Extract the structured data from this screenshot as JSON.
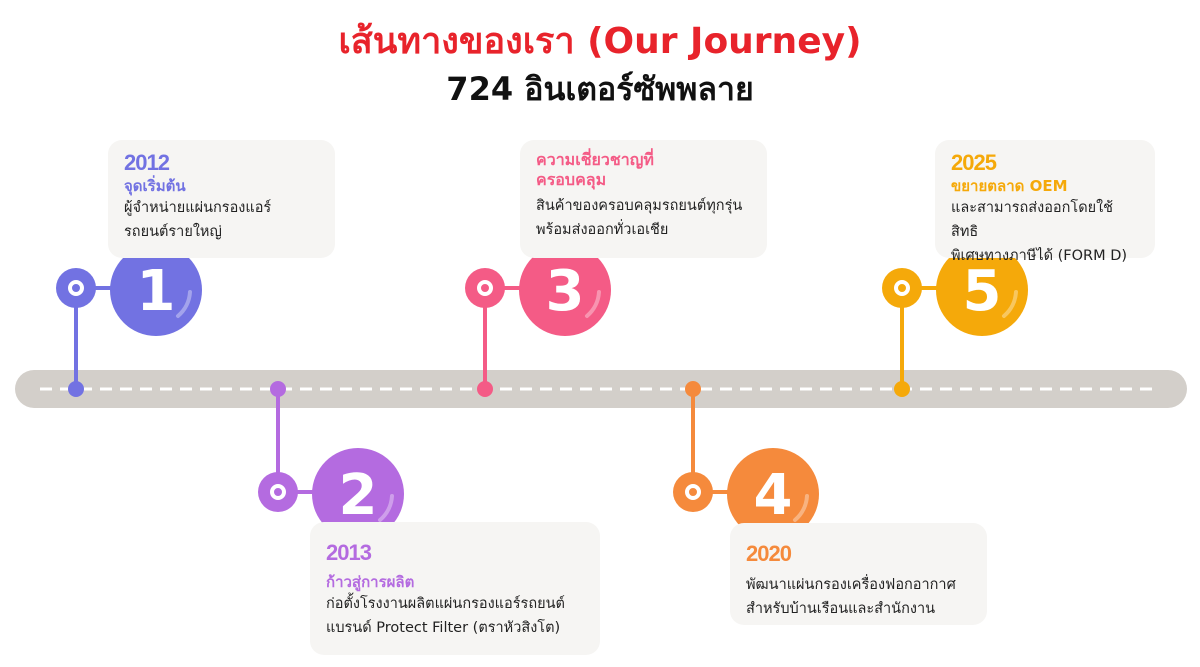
{
  "title": "เส้นทางของเรา (Our Journey)",
  "company": "724 อินเตอร์ซัพพลาย",
  "colors": {
    "title": "#e8232b",
    "road": "#d3cfca",
    "m1": "#7272e2",
    "m2": "#b46be0",
    "m3": "#f45b86",
    "m4": "#f58a3c",
    "m5": "#f5a90a"
  },
  "milestones": [
    {
      "number": "1",
      "year": "2012",
      "subtitle": "จุดเริ่มต้น",
      "lines": [
        "ผู้จำหน่ายแผ่นกรองแอร์",
        "รถยนต์รายใหญ่"
      ]
    },
    {
      "number": "2",
      "year": "2013",
      "subtitle": "ก้าวสู่การผลิต",
      "lines": [
        "ก่อตั้งโรงงานผลิตแผ่นกรองแอร์รถยนต์",
        "แบรนด์ Protect Filter (ตราหัวสิงโต)"
      ]
    },
    {
      "number": "3",
      "year": "",
      "subtitle": "ความเชี่ยวชาญที่ครอบคลุม",
      "lines": [
        "สินค้าของครอบคลุมรถยนต์ทุกรุ่น",
        "พร้อมส่งออกทั่วเอเชีย"
      ]
    },
    {
      "number": "4",
      "year": "2020",
      "subtitle": "",
      "lines": [
        "พัฒนาแผ่นกรองเครื่องฟอกอากาศ",
        "สำหรับบ้านเรือนและสำนักงาน"
      ]
    },
    {
      "number": "5",
      "year": "2025",
      "subtitle": "ขยายตลาด OEM",
      "lines": [
        "และสามารถส่งออกโดยใช้สิทธิ",
        "พิเศษทางภาษีได้ (FORM D)"
      ]
    }
  ]
}
